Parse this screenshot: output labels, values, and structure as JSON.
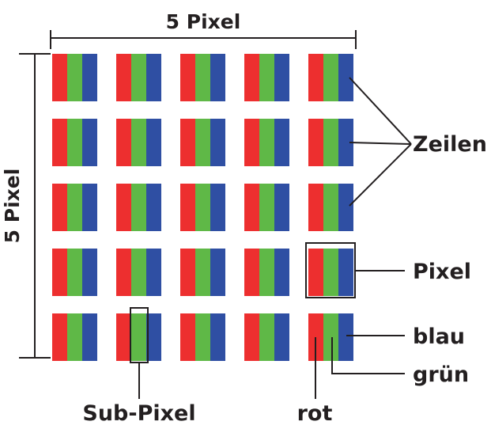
{
  "labels": {
    "top_dimension": "5 Pixel",
    "side_dimension": "5 Pixel",
    "rows": "Zeilen",
    "pixel": "Pixel",
    "blue": "blau",
    "green": "grün",
    "red": "rot",
    "subpixel": "Sub-Pixel"
  },
  "grid": {
    "rows": 5,
    "columns": 5,
    "subpixel_order": [
      "red",
      "green",
      "blue"
    ]
  },
  "colors": {
    "red": "#ed2f2f",
    "green": "#5fb847",
    "blue": "#2f4fa3",
    "line": "#231f20",
    "highlight": "#231f20"
  }
}
